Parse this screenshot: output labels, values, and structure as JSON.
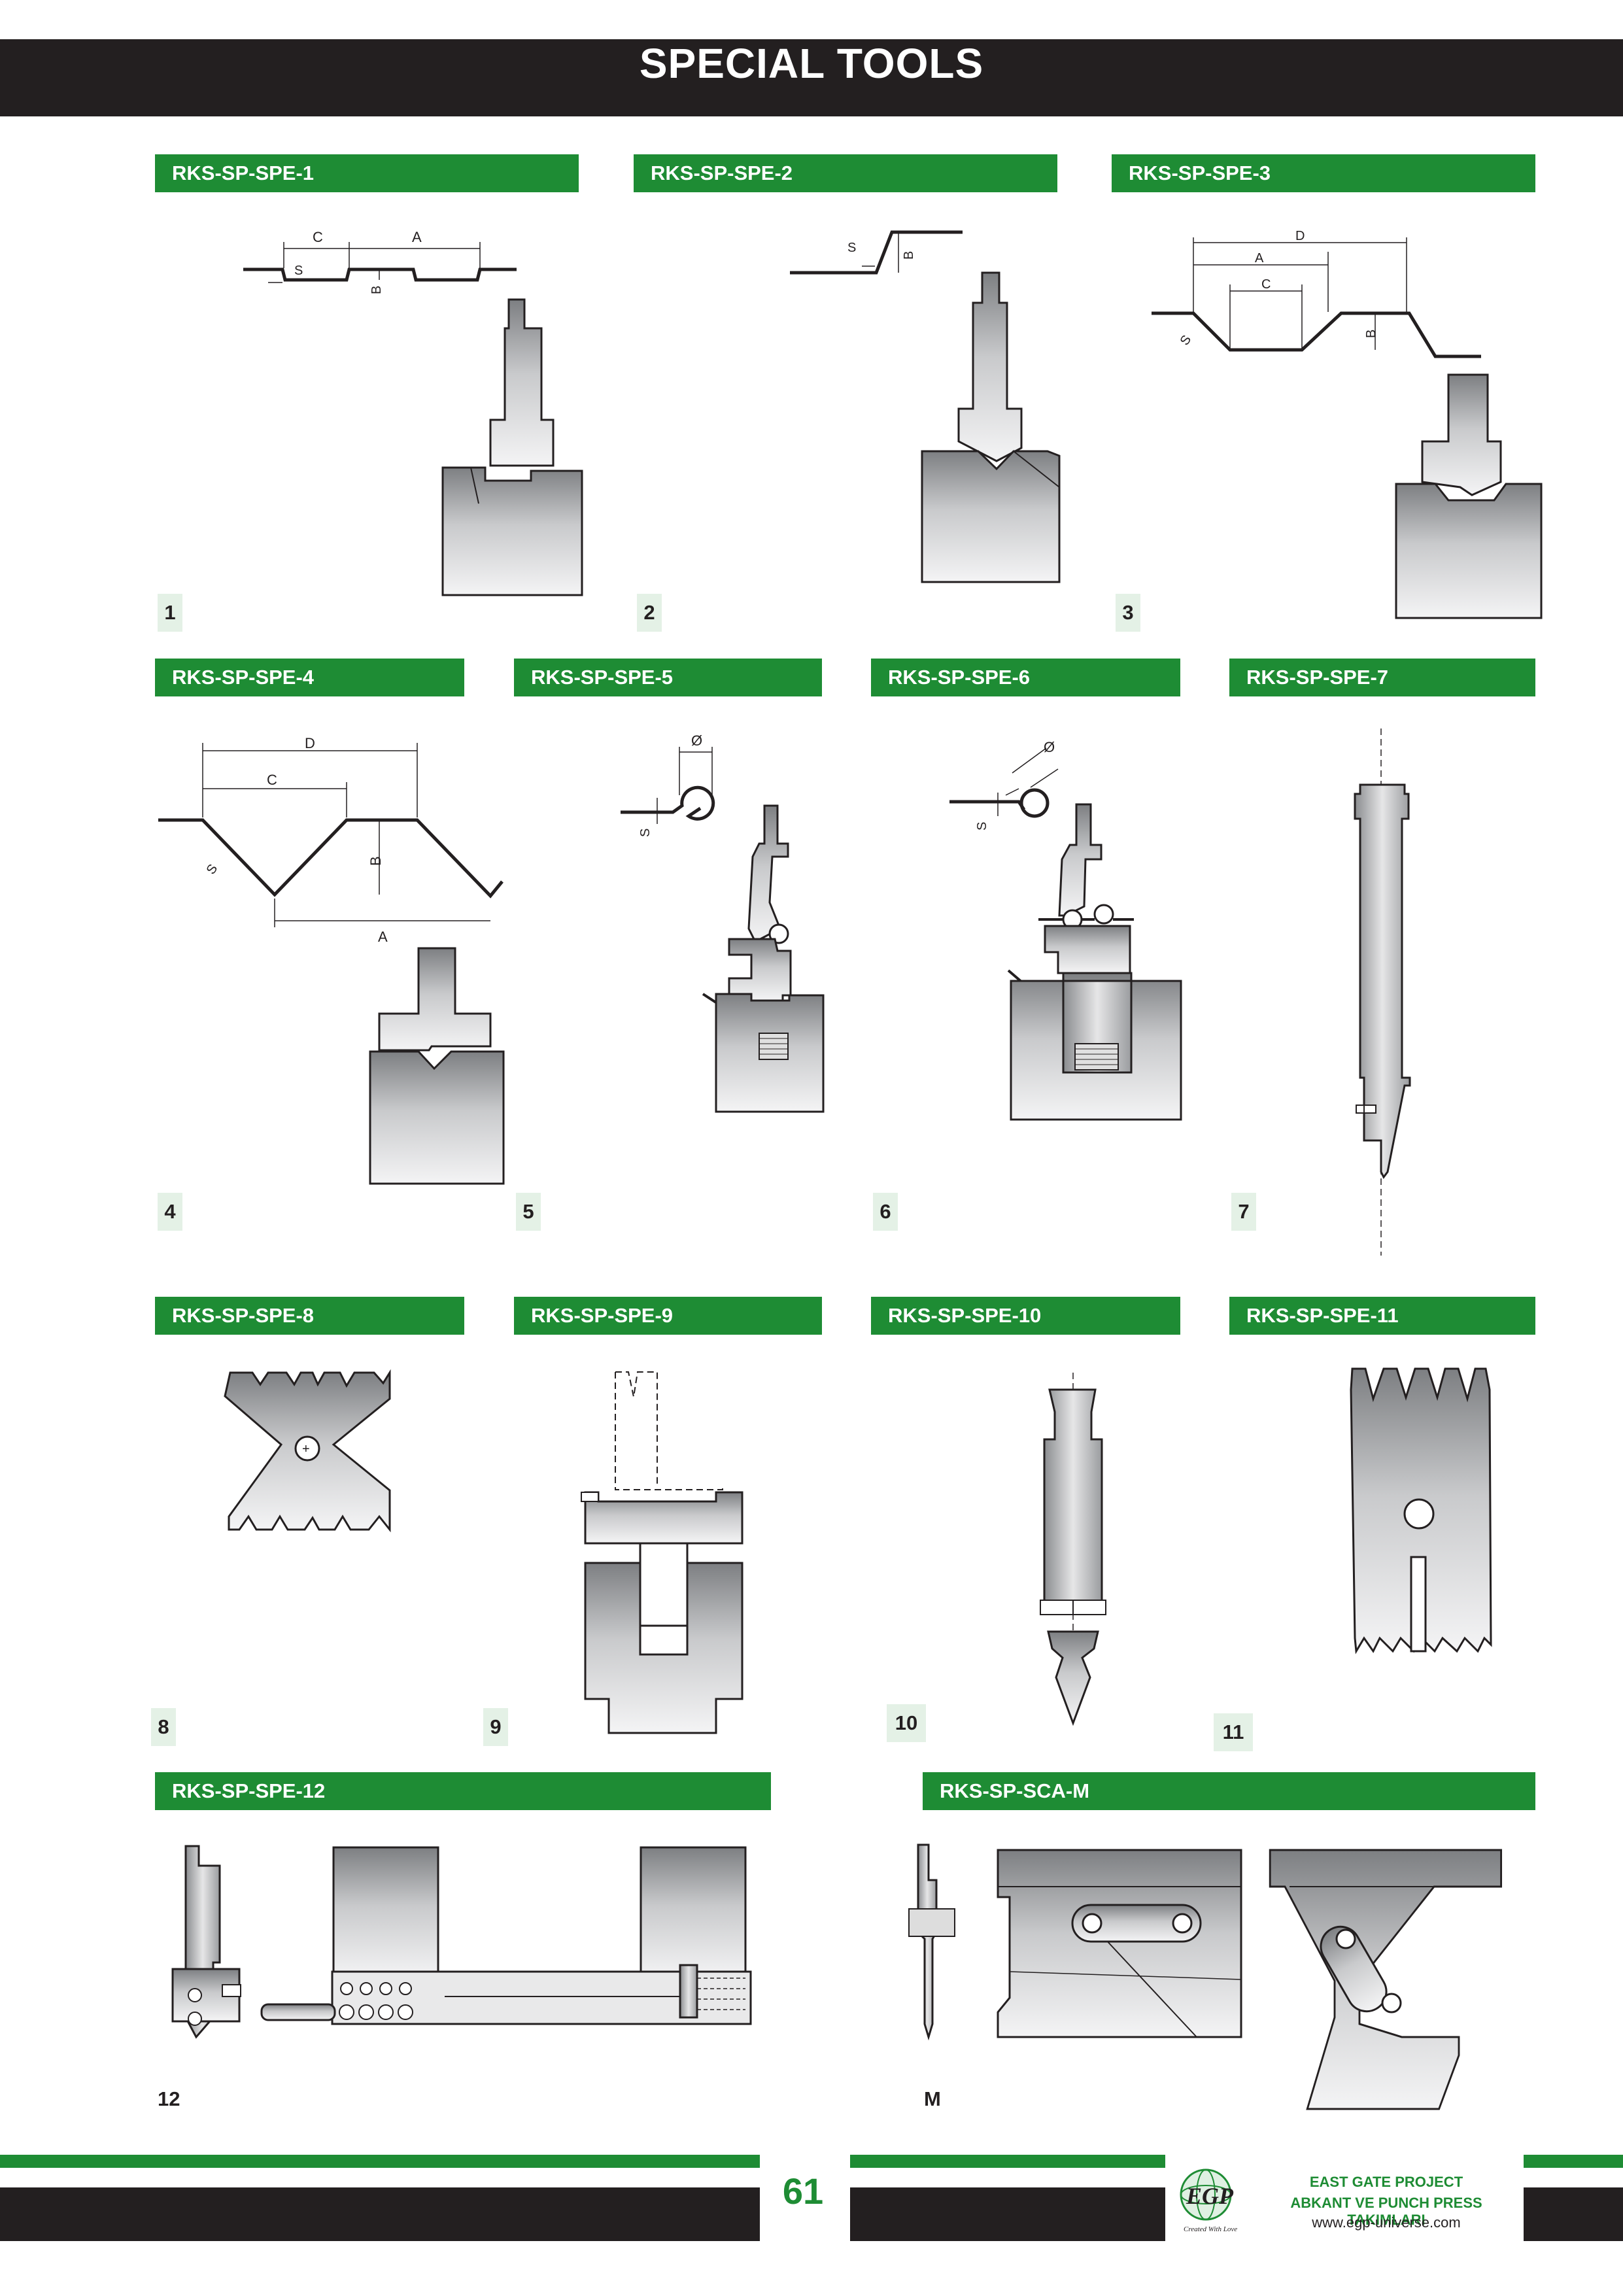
{
  "page": {
    "title": "SPECIAL TOOLS",
    "page_number": "61"
  },
  "sections": [
    {
      "code": "RKS-SP-SPE-1",
      "number": "1"
    },
    {
      "code": "RKS-SP-SPE-2",
      "number": "2"
    },
    {
      "code": "RKS-SP-SPE-3",
      "number": "3"
    },
    {
      "code": "RKS-SP-SPE-4",
      "number": "4"
    },
    {
      "code": "RKS-SP-SPE-5",
      "number": "5"
    },
    {
      "code": "RKS-SP-SPE-6",
      "number": "6"
    },
    {
      "code": "RKS-SP-SPE-7",
      "number": "7"
    },
    {
      "code": "RKS-SP-SPE-8",
      "number": "8"
    },
    {
      "code": "RKS-SP-SPE-9",
      "number": "9"
    },
    {
      "code": "RKS-SP-SPE-10",
      "number": "10"
    },
    {
      "code": "RKS-SP-SPE-11",
      "number": "11"
    },
    {
      "code": "RKS-SP-SPE-12",
      "number": "12"
    },
    {
      "code": "RKS-SP-SCA-M",
      "number": "M"
    }
  ],
  "dimension_labels": {
    "a": "A",
    "b": "B",
    "c": "C",
    "d": "D",
    "s": "S",
    "dia": "Ø"
  },
  "footer": {
    "logo_text": "EGP",
    "logo_tagline": "Created With Love",
    "company": "EAST GATE PROJECT",
    "subtitle": "ABKANT VE PUNCH PRESS TAKIMLARI",
    "url": "www.egp-universe.com"
  },
  "colors": {
    "accent": "#1e8c34",
    "dark": "#231f20",
    "number_bg": "#e4f1e6"
  }
}
